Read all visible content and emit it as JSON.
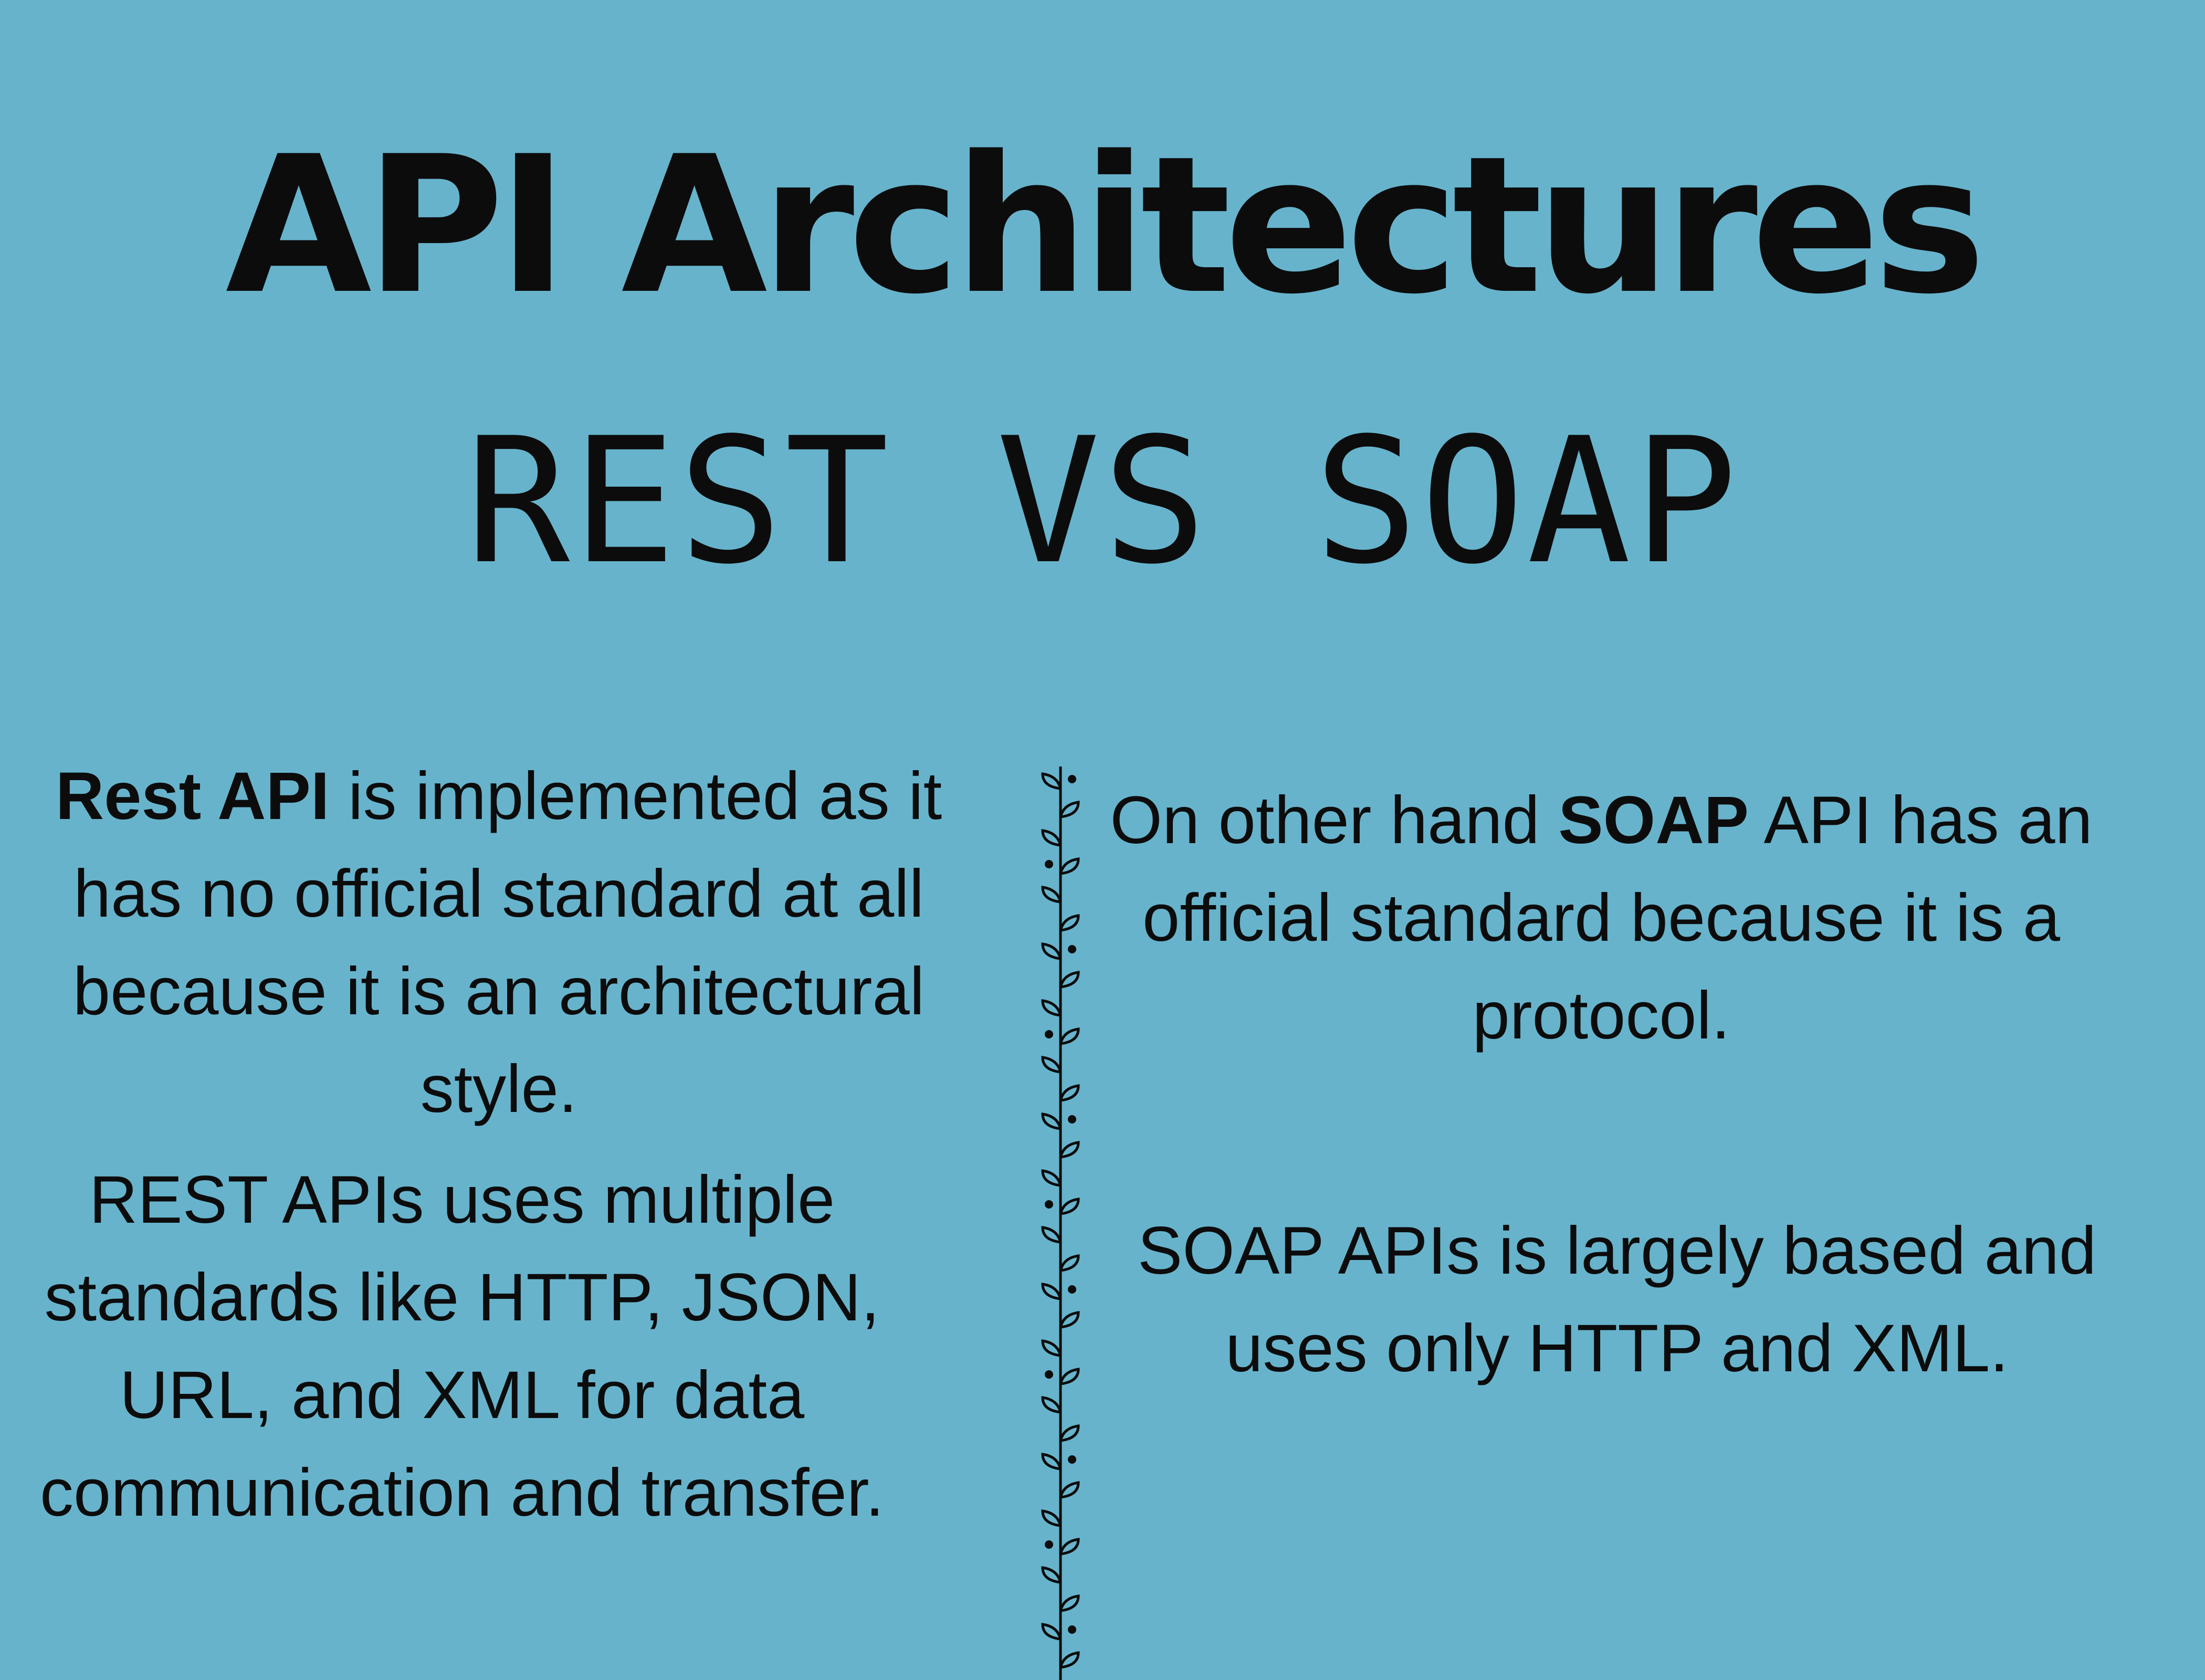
{
  "title": "API Architectures",
  "subtitle": {
    "left": "REST",
    "middle": "VS",
    "right": "SOAP"
  },
  "rest_column": {
    "para1": {
      "bold": "Rest API",
      "rest": " is implemented as it has no official standard at all because it is an architectural style."
    },
    "para2": "REST APIs uses multiple standards like HTTP, JSON, URL, and XML for data communication and transfer."
  },
  "soap_column": {
    "para1": {
      "before": "On other hand ",
      "bold": "SOAP",
      "after": " API has an official standard because it is a protocol."
    },
    "para2": "SOAP APIs is largely based and uses only HTTP and XML."
  },
  "colors": {
    "background": "#67b3cc",
    "text": "#0c0c0c"
  },
  "divider_icon": "leafy-vine-divider"
}
